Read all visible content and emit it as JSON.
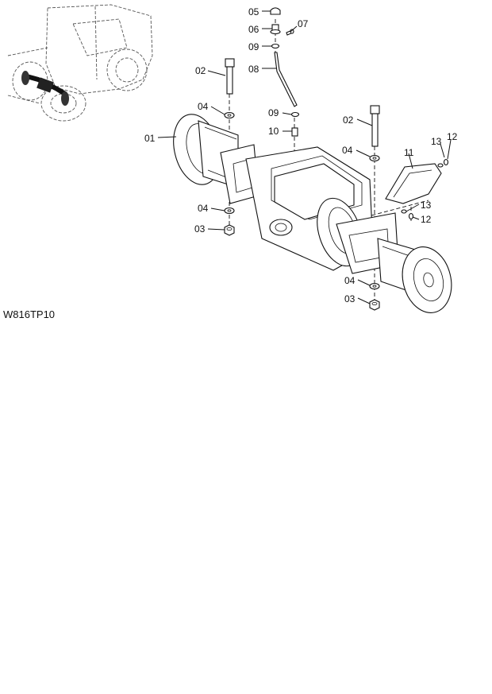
{
  "drawing_code": "W816TP10",
  "callouts": [
    {
      "id": "05",
      "label": "05"
    },
    {
      "id": "06",
      "label": "06"
    },
    {
      "id": "07",
      "label": "07"
    },
    {
      "id": "09a",
      "label": "09"
    },
    {
      "id": "08",
      "label": "08"
    },
    {
      "id": "02a",
      "label": "02"
    },
    {
      "id": "04a",
      "label": "04"
    },
    {
      "id": "09b",
      "label": "09"
    },
    {
      "id": "10",
      "label": "10"
    },
    {
      "id": "01",
      "label": "01"
    },
    {
      "id": "02b",
      "label": "02"
    },
    {
      "id": "13a",
      "label": "13"
    },
    {
      "id": "12a",
      "label": "12"
    },
    {
      "id": "11",
      "label": "11"
    },
    {
      "id": "04b",
      "label": "04"
    },
    {
      "id": "04c",
      "label": "04"
    },
    {
      "id": "13b",
      "label": "13"
    },
    {
      "id": "12b",
      "label": "12"
    },
    {
      "id": "03a",
      "label": "03"
    },
    {
      "id": "04d",
      "label": "04"
    },
    {
      "id": "03b",
      "label": "03"
    }
  ]
}
